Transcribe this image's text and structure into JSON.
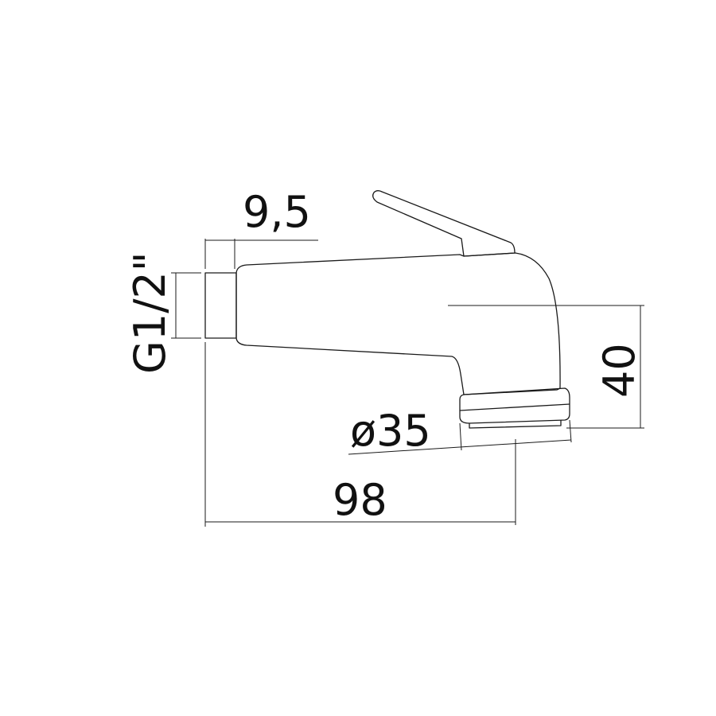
{
  "drawing": {
    "dimensions": {
      "thread": "G1/2\"",
      "connector_length": "9,5",
      "height": "40",
      "diameter": "ø35",
      "total_length": "98"
    },
    "colors": {
      "line": "#1a1a1a",
      "background": "#ffffff"
    }
  }
}
